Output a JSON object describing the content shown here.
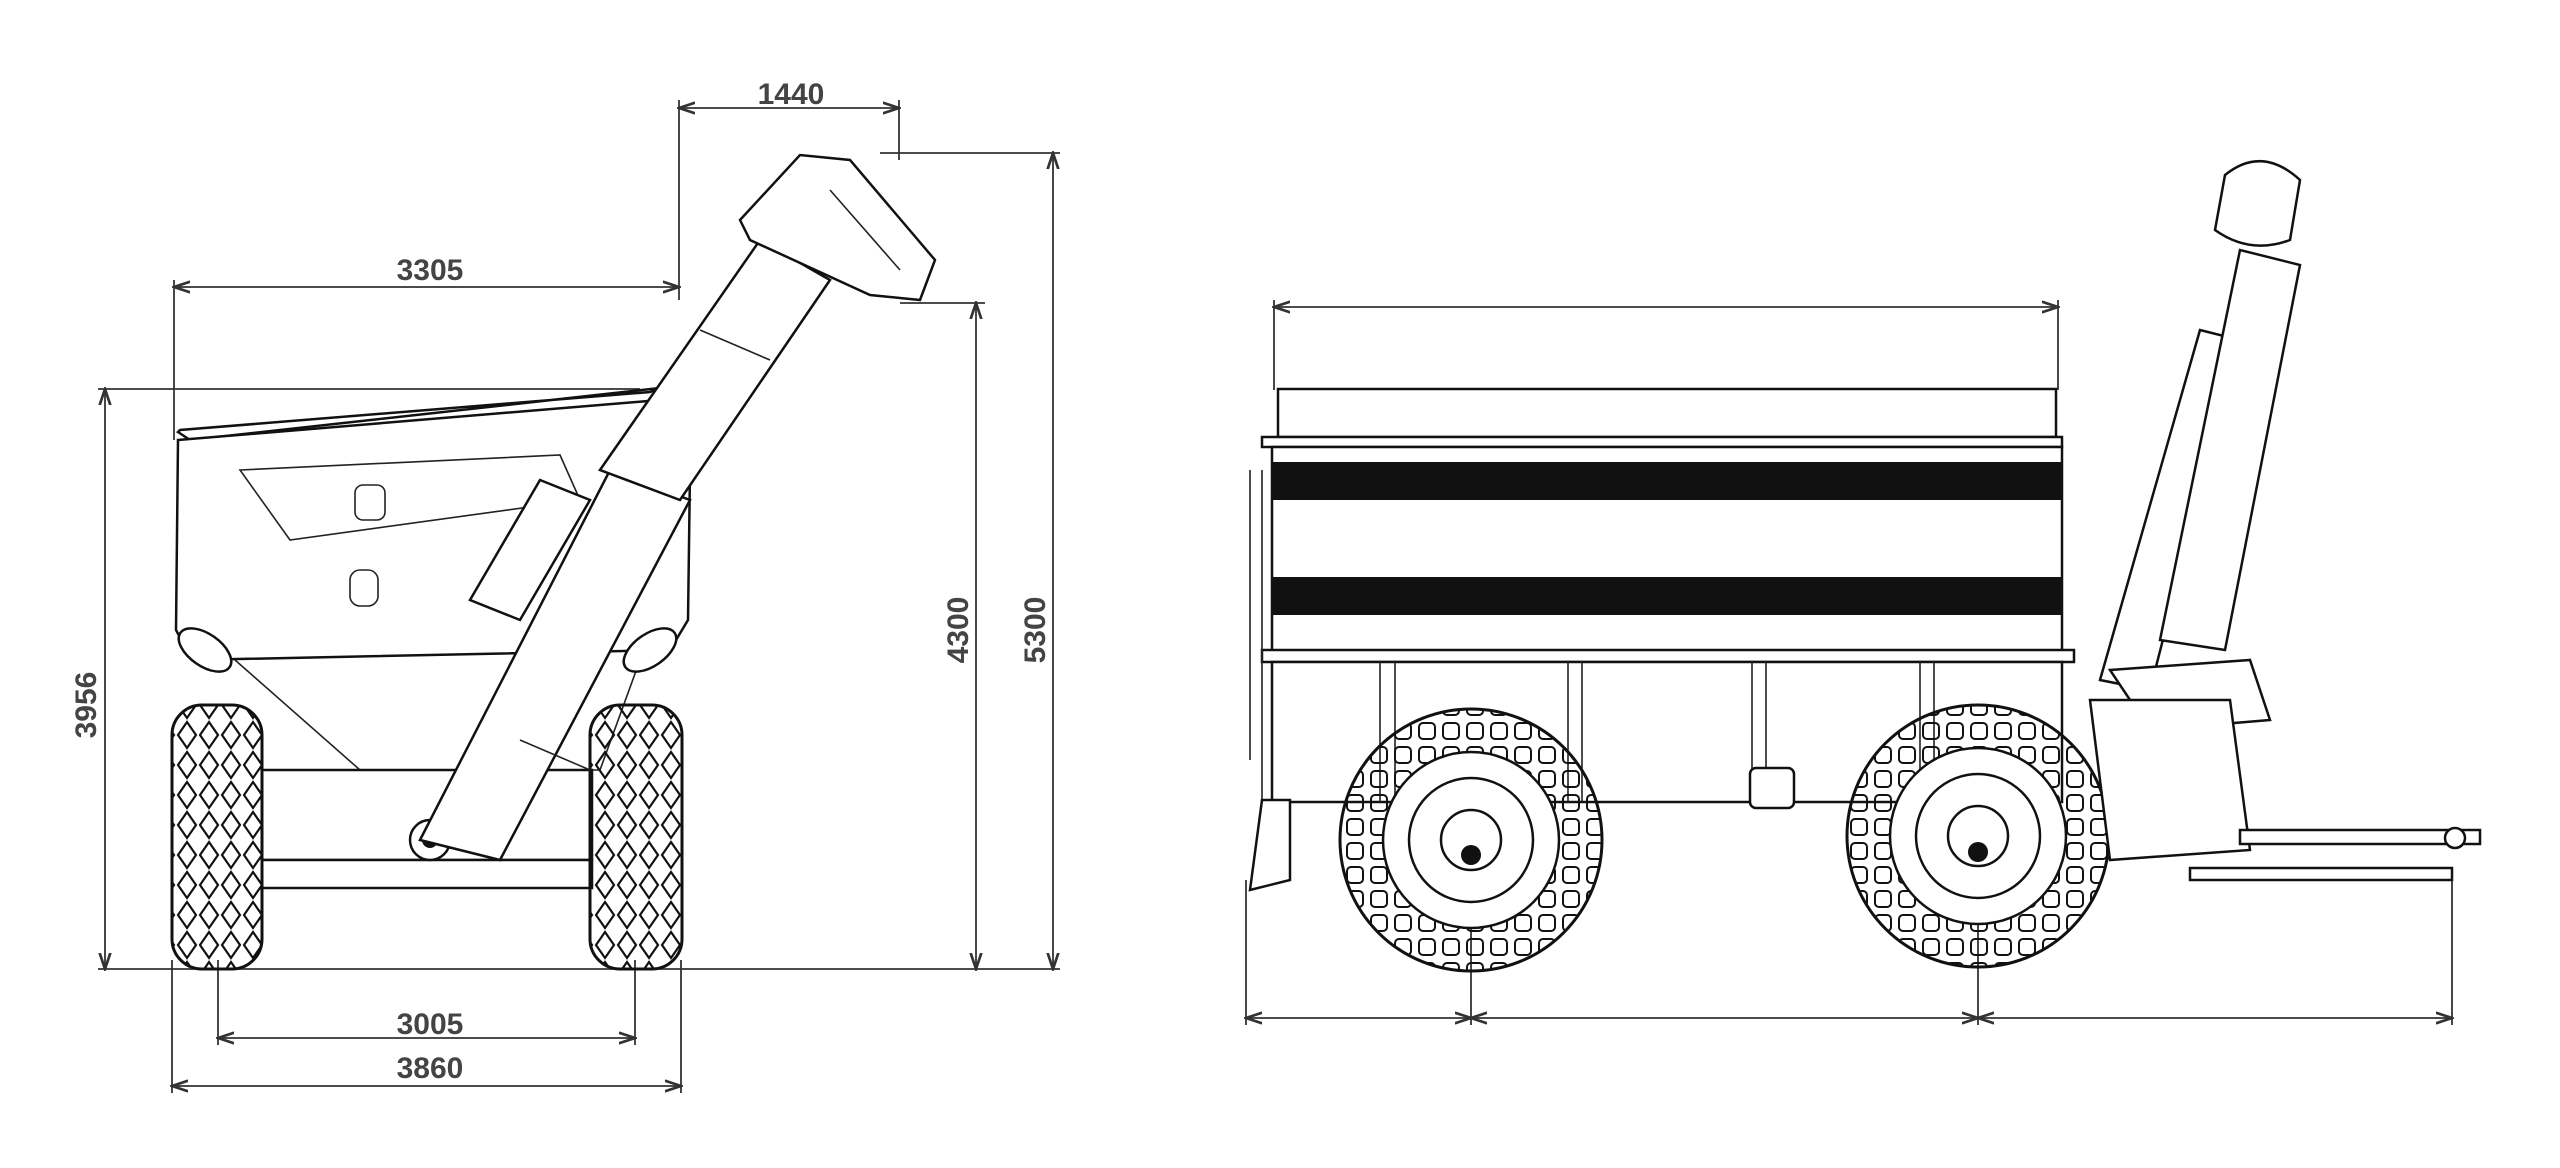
{
  "front_view": {
    "dimensions": {
      "auger_reach": "1440",
      "body_width": "3305",
      "body_height": "3956",
      "discharge_height": "4300",
      "total_height": "5300",
      "track_width": "3005",
      "overall_width": "3860"
    }
  },
  "side_view": {
    "dimensions": {}
  },
  "colors": {
    "line": "#111111",
    "dimension_text": "#444444",
    "background": "#ffffff"
  }
}
